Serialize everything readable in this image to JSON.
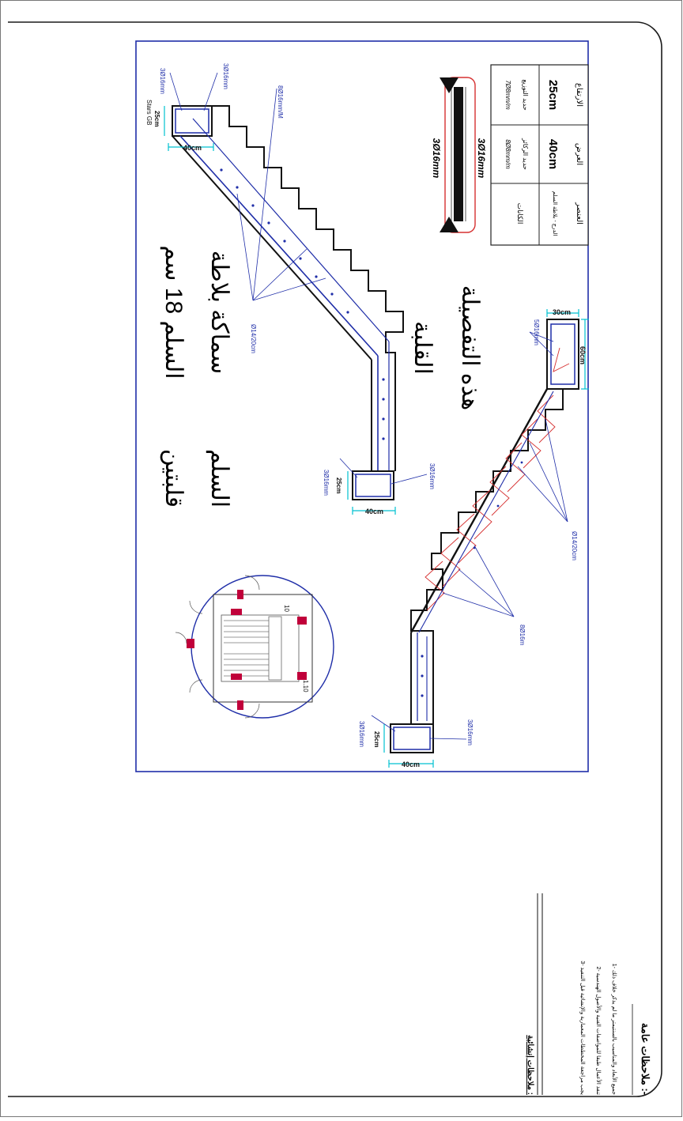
{
  "sheet": {
    "table": {
      "headers": {
        "element": "العنصر",
        "width": "العرض",
        "height": "الارتفاع"
      },
      "row_main": {
        "label": "الكانات",
        "sub": "الدرج - بلاطة السلم",
        "width_val": "40cm",
        "height_val": "25cm"
      },
      "row_sub": {
        "width_text": "حديد الركائز",
        "width_spec": "8Ø8mm/m",
        "height_text": "حديد التوزيع",
        "height_spec": "7Ø8mm/m"
      }
    },
    "beam_detail": {
      "top": "3Ø16mm",
      "bottom": "3Ø16mm"
    },
    "titles": {
      "first": "هذه التفصيلة",
      "second": "القلبة",
      "stair_slab_line1": "سماكة بلاطة",
      "stair_slab_line2": "السلم 18 سم",
      "stair_word": "السلم",
      "flip_word": "قلبتين"
    },
    "upper_stair": {
      "labels": [
        "3Ø16mm",
        "3Ø16mm",
        "8Ø16mm/M",
        "Ø14/20cm",
        "Stars GB",
        "25cm",
        "40cm",
        "3Ø16mm",
        "3Ø16mm",
        "25cm",
        "40cm"
      ]
    },
    "lower_stair": {
      "labels": [
        "30cm",
        "60cm",
        "5Ø16mm",
        "Ø14/20cm",
        "8Ø16m",
        "3Ø16mm",
        "3Ø16mm",
        "25cm",
        "40cm"
      ]
    },
    "plan": {
      "labels": [
        "10",
        "1.10"
      ]
    },
    "notes": {
      "heading": "ملاحظات عامة :-",
      "items": [
        "1- جميع الأبعاد والمناسيب بالسنتيمتر ما لم يذكر خلاف ذلك",
        "2- تنفذ الأعمال طبقا للمواصفات الفنية والأصول الهندسية",
        "3- يجب مراجعة المخططات المعمارية والإنشائية قبل التنفيذ"
      ],
      "footer": "ملاحظات إنشائية :"
    },
    "colors": {
      "frame": "#1a1a1a",
      "blue": "#1f2ea8",
      "red": "#d63030",
      "cyan": "#00c0d0",
      "accent": "#c0003a"
    }
  }
}
